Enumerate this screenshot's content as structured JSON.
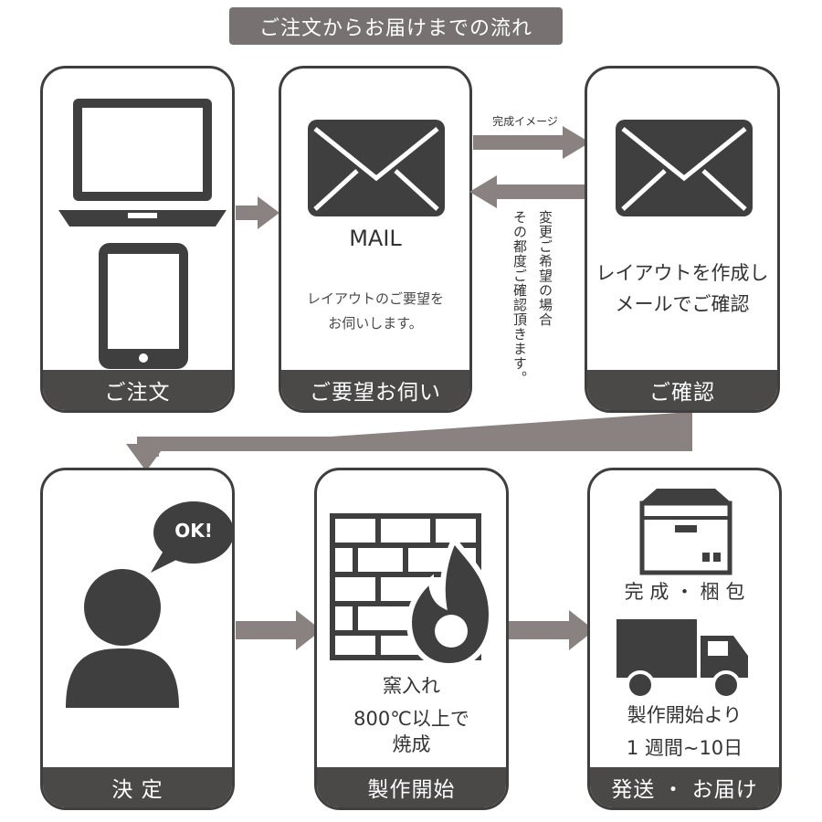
{
  "title": "ご注文からお届けまでの流れ",
  "colors": {
    "dark": "#3f3f3f",
    "footer": "#4b4848",
    "arrow": "#8a8280",
    "badge": "#777171"
  },
  "steps": {
    "order": {
      "footer": "ご注文"
    },
    "request": {
      "mail_label": "MAIL",
      "body_line1": "レイアウトのご要望を",
      "body_line2": "お伺いします。",
      "footer": "ご要望お伺い"
    },
    "confirm": {
      "body_line1": "レイアウトを作成し",
      "body_line2": "メールでご確認",
      "footer": "ご確認"
    },
    "decide": {
      "bubble": "OK!",
      "footer": "決 定"
    },
    "production": {
      "line1": "窯入れ",
      "line2": "800℃以上で",
      "line3": "焼成",
      "footer": "製作開始"
    },
    "shipping": {
      "line1": "完 成 ・ 梱 包",
      "line2": "製作開始より",
      "line3": "1 週間~10日",
      "footer": "発送 ・ お届け"
    }
  },
  "mid_arrows": {
    "preview_label": "完成イメージ",
    "change_line1": "変更ご希望の場合",
    "change_line2": "その都度ご確認頂きます。"
  },
  "icons": [
    "laptop-icon",
    "tablet-icon",
    "envelope-icon",
    "person-icon",
    "speech-bubble-icon",
    "brick-wall-icon",
    "flame-icon",
    "box-icon",
    "truck-icon"
  ]
}
